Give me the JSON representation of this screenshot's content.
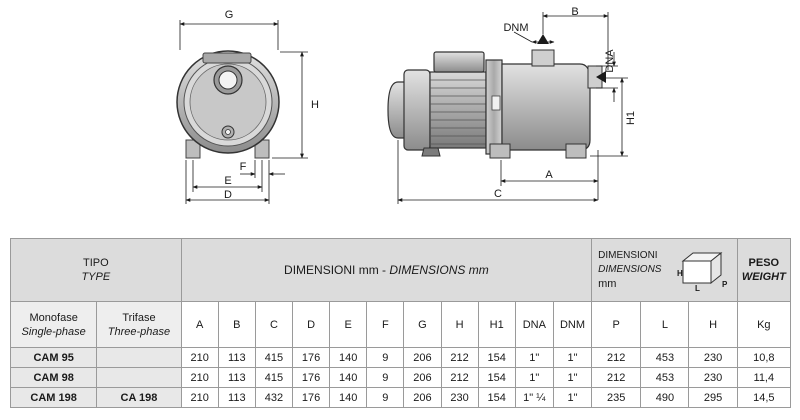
{
  "drawing_labels": {
    "G": "G",
    "H": "H",
    "F": "F",
    "E": "E",
    "D": "D",
    "B": "B",
    "DNM": "DNM",
    "DNA": "DNA",
    "H1": "H1",
    "A": "A",
    "C": "C"
  },
  "table": {
    "tipo": "TIPO",
    "type": "TYPE",
    "dimensioni": "DIMENSIONI mm - ",
    "dimensions": "DIMENSIONS mm",
    "pack_dimensioni": "DIMENSIONI",
    "pack_dimensions": "DIMENSIONS",
    "pack_mm": "mm",
    "pack_icon_labels": {
      "H": "H",
      "L": "L",
      "P": "P"
    },
    "peso": "PESO",
    "weight": "WEIGHT",
    "monofase": "Monofase",
    "single_phase": "Single-phase",
    "trifase": "Trifase",
    "three_phase": "Three-phase",
    "columns": [
      "A",
      "B",
      "C",
      "D",
      "E",
      "F",
      "G",
      "H",
      "H1",
      "DNA",
      "DNM",
      "P",
      "L",
      "H",
      "Kg"
    ],
    "rows": [
      {
        "mono": "CAM 95",
        "tri": "",
        "values": [
          "210",
          "113",
          "415",
          "176",
          "140",
          "9",
          "206",
          "212",
          "154",
          "1\"",
          "1\"",
          "212",
          "453",
          "230",
          "10,8"
        ]
      },
      {
        "mono": "CAM 98",
        "tri": "",
        "values": [
          "210",
          "113",
          "415",
          "176",
          "140",
          "9",
          "206",
          "212",
          "154",
          "1\"",
          "1\"",
          "212",
          "453",
          "230",
          "11,4"
        ]
      },
      {
        "mono": "CAM 198",
        "tri": "CA 198",
        "values": [
          "210",
          "113",
          "432",
          "176",
          "140",
          "9",
          "206",
          "230",
          "154",
          "1\" ¼",
          "1\"",
          "235",
          "490",
          "295",
          "14,5"
        ]
      }
    ]
  }
}
